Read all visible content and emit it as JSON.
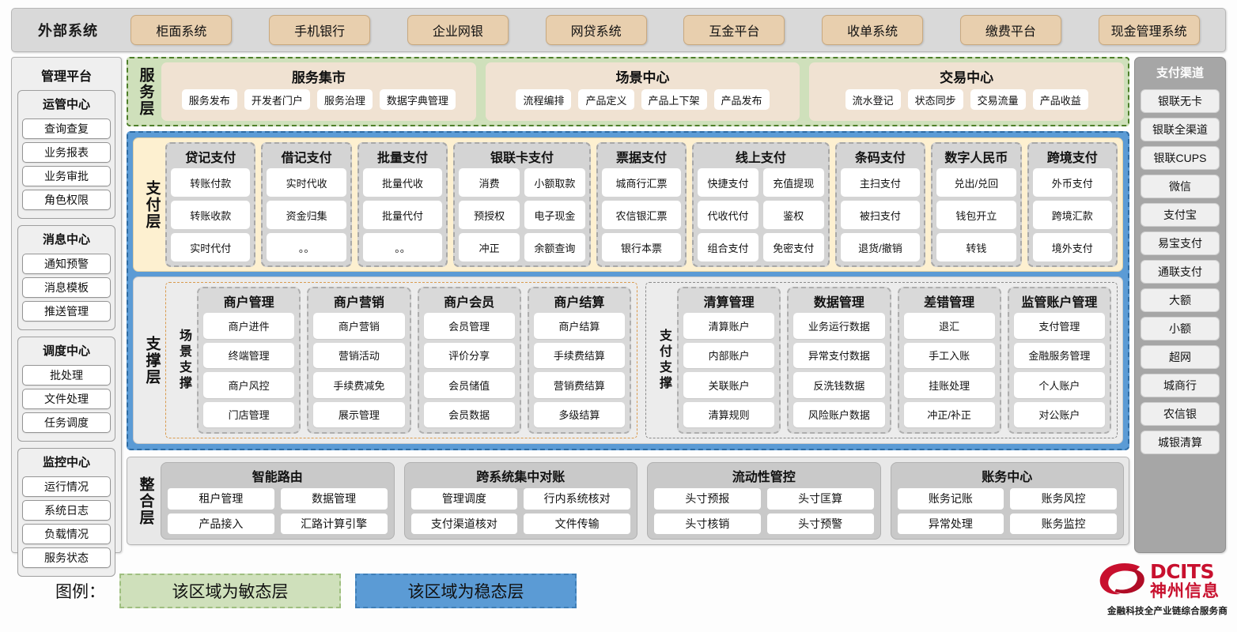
{
  "external": {
    "title": "外部系统",
    "items": [
      "柜面系统",
      "手机银行",
      "企业网银",
      "网贷系统",
      "互金平台",
      "收单系统",
      "缴费平台",
      "现金管理系统"
    ]
  },
  "left_panel": {
    "title": "管理平台",
    "groups": [
      {
        "title": "运管中心",
        "items": [
          "查询查复",
          "业务报表",
          "业务审批",
          "角色权限"
        ]
      },
      {
        "title": "消息中心",
        "items": [
          "通知预警",
          "消息模板",
          "推送管理"
        ]
      },
      {
        "title": "调度中心",
        "items": [
          "批处理",
          "文件处理",
          "任务调度"
        ]
      },
      {
        "title": "监控中心",
        "items": [
          "运行情况",
          "系统日志",
          "负载情况",
          "服务状态"
        ]
      }
    ]
  },
  "right_panel": {
    "title": "支付渠道",
    "items": [
      "银联无卡",
      "银联全渠道",
      "银联CUPS",
      "微信",
      "支付宝",
      "易宝支付",
      "通联支付",
      "大额",
      "小额",
      "超网",
      "城商行",
      "农信银",
      "城银清算"
    ]
  },
  "service_layer": {
    "label": "服务层",
    "groups": [
      {
        "title": "服务集市",
        "items": [
          "服务发布",
          "开发者门户",
          "服务治理",
          "数据字典管理"
        ]
      },
      {
        "title": "场景中心",
        "items": [
          "流程编排",
          "产品定义",
          "产品上下架",
          "产品发布"
        ]
      },
      {
        "title": "交易中心",
        "items": [
          "流水登记",
          "状态同步",
          "交易流量",
          "产品收益"
        ]
      }
    ]
  },
  "pay_layer": {
    "label": "支付层",
    "groups": [
      {
        "title": "贷记支付",
        "cols": 1,
        "rows": [
          [
            "转账付款"
          ],
          [
            "转账收款"
          ],
          [
            "实时代付"
          ]
        ]
      },
      {
        "title": "借记支付",
        "cols": 1,
        "rows": [
          [
            "实时代收"
          ],
          [
            "资金归集"
          ],
          [
            "。。"
          ]
        ]
      },
      {
        "title": "批量支付",
        "cols": 1,
        "rows": [
          [
            "批量代收"
          ],
          [
            "批量代付"
          ],
          [
            "。。"
          ]
        ]
      },
      {
        "title": "银联卡支付",
        "cols": 2,
        "rows": [
          [
            "消费",
            "小额取款"
          ],
          [
            "预授权",
            "电子现金"
          ],
          [
            "冲正",
            "余额查询"
          ]
        ]
      },
      {
        "title": "票据支付",
        "cols": 1,
        "rows": [
          [
            "城商行汇票"
          ],
          [
            "农信银汇票"
          ],
          [
            "银行本票"
          ]
        ]
      },
      {
        "title": "线上支付",
        "cols": 2,
        "rows": [
          [
            "快捷支付",
            "充值提现"
          ],
          [
            "代收代付",
            "鉴权"
          ],
          [
            "组合支付",
            "免密支付"
          ]
        ]
      },
      {
        "title": "条码支付",
        "cols": 1,
        "rows": [
          [
            "主扫支付"
          ],
          [
            "被扫支付"
          ],
          [
            "退货/撤销"
          ]
        ]
      },
      {
        "title": "数字人民币",
        "cols": 1,
        "rows": [
          [
            "兑出/兑回"
          ],
          [
            "钱包开立"
          ],
          [
            "转钱"
          ]
        ]
      },
      {
        "title": "跨境支付",
        "cols": 1,
        "rows": [
          [
            "外币支付"
          ],
          [
            "跨境汇款"
          ],
          [
            "境外支付"
          ]
        ]
      }
    ]
  },
  "support_layer": {
    "label": "支撑层",
    "halves": [
      {
        "label": "场景支撑",
        "groups": [
          {
            "title": "商户管理",
            "items": [
              "商户进件",
              "终端管理",
              "商户风控",
              "门店管理"
            ]
          },
          {
            "title": "商户营销",
            "items": [
              "商户营销",
              "营销活动",
              "手续费减免",
              "展示管理"
            ]
          },
          {
            "title": "商户会员",
            "items": [
              "会员管理",
              "评价分享",
              "会员储值",
              "会员数据"
            ]
          },
          {
            "title": "商户结算",
            "items": [
              "商户结算",
              "手续费结算",
              "营销费结算",
              "多级结算"
            ]
          }
        ]
      },
      {
        "label": "支付支撑",
        "groups": [
          {
            "title": "清算管理",
            "items": [
              "清算账户",
              "内部账户",
              "关联账户",
              "清算规则"
            ]
          },
          {
            "title": "数据管理",
            "items": [
              "业务运行数据",
              "异常支付数据",
              "反洗钱数据",
              "风险账户数据"
            ]
          },
          {
            "title": "差错管理",
            "items": [
              "退汇",
              "手工入账",
              "挂账处理",
              "冲正/补正"
            ]
          },
          {
            "title": "监管账户管理",
            "items": [
              "支付管理",
              "金融服务管理",
              "个人账户",
              "对公账户"
            ]
          }
        ]
      }
    ]
  },
  "integration_layer": {
    "label": "整合层",
    "groups": [
      {
        "title": "智能路由",
        "rows": [
          [
            "租户管理",
            "数据管理"
          ],
          [
            "产品接入",
            "汇路计算引擎"
          ]
        ]
      },
      {
        "title": "跨系统集中对账",
        "rows": [
          [
            "管理调度",
            "行内系统核对"
          ],
          [
            "支付渠道核对",
            "文件传输"
          ]
        ]
      },
      {
        "title": "流动性管控",
        "rows": [
          [
            "头寸预报",
            "头寸匡算"
          ],
          [
            "头寸核销",
            "头寸预警"
          ]
        ]
      },
      {
        "title": "账务中心",
        "rows": [
          [
            "账务记账",
            "账务风控"
          ],
          [
            "异常处理",
            "账务监控"
          ]
        ]
      }
    ]
  },
  "legend": {
    "label": "图例：",
    "agile": "该区域为敏态层",
    "stable": "该区域为稳态层",
    "agile_color": "#cfe0bb",
    "stable_color": "#5b9bd5"
  },
  "logo": {
    "en": "DCITS",
    "cn": "神州信息",
    "tagline": "金融科技全产业链综合服务商",
    "color": "#c8102e"
  }
}
